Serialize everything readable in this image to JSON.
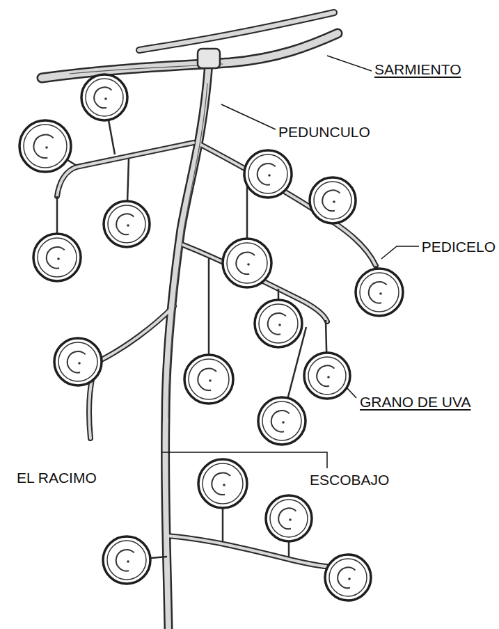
{
  "diagram": {
    "labels": [
      "SARMIENTO",
      "PEDUNCULO",
      "PEDICELO",
      "GRANO DE UVA",
      "ESCOBAJO",
      "EL RACIMO"
    ]
  }
}
